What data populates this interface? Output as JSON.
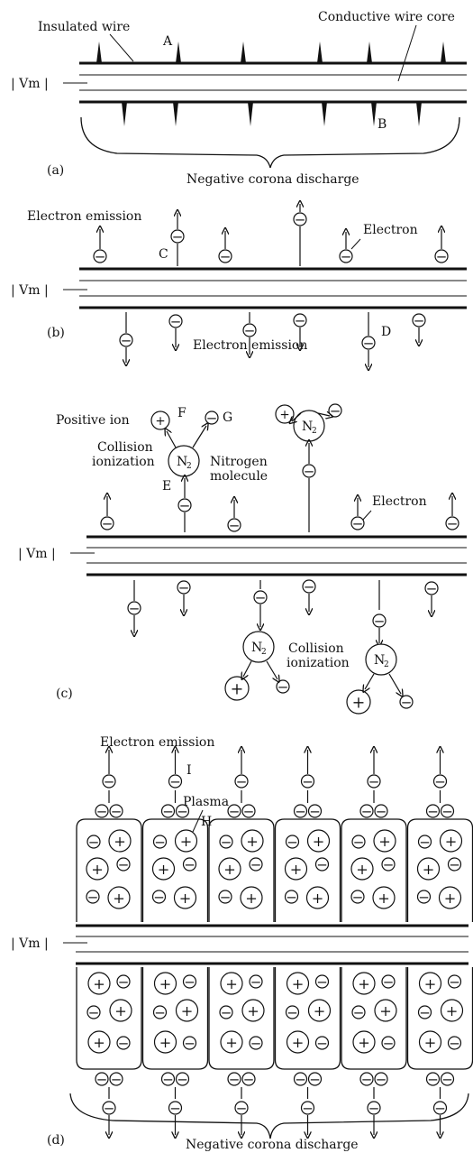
{
  "colors": {
    "ink": "#111111",
    "background": "#ffffff"
  },
  "voltage_label": "| Vm |",
  "panel_a": {
    "tag": "(a)",
    "label_insulated_wire": "Insulated wire",
    "label_conductive_core": "Conductive wire core",
    "label_A": "A",
    "label_B": "B",
    "caption": "Negative corona discharge"
  },
  "panel_b": {
    "tag": "(b)",
    "label_electron_emission_top": "Electron emission",
    "label_electron": "Electron",
    "label_C": "C",
    "label_D": "D",
    "label_electron_emission_bottom": "Electron emission",
    "electron_symbol": "−"
  },
  "panel_c": {
    "tag": "(c)",
    "label_positive_ion": "Positive ion",
    "label_F": "F",
    "label_G": "G",
    "label_collision_ionization_top": [
      "Collision",
      "ionization"
    ],
    "label_nitrogen_molecule": [
      "Nitrogen",
      "molecule"
    ],
    "label_E": "E",
    "label_electron": "Electron",
    "label_collision_ionization_bottom": [
      "Collision",
      "ionization"
    ],
    "molecule_symbol": "N",
    "molecule_subscript": "2",
    "ion_symbol": "+",
    "electron_symbol": "−"
  },
  "panel_d": {
    "tag": "(d)",
    "label_electron_emission": "Electron emission",
    "label_I": "I",
    "label_plasma": "Plasma",
    "label_H": "H",
    "caption": "Negative corona discharge",
    "plasma_cell_count": 6,
    "ion_symbol": "+",
    "electron_symbol": "−"
  }
}
